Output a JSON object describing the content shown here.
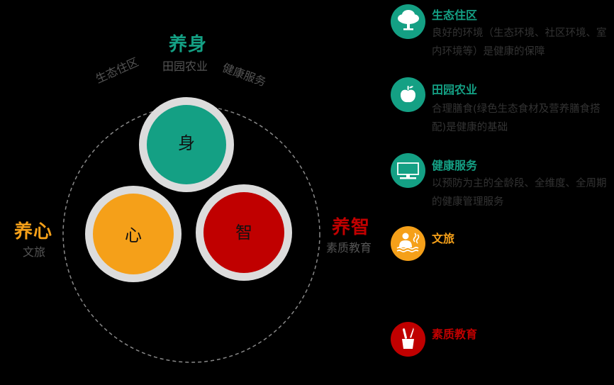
{
  "colors": {
    "background": "#000000",
    "teal": "#14a084",
    "orange": "#f5a019",
    "red": "#c00000",
    "ring": "#dcdcdc",
    "dashed": "#888888",
    "muted_text": "#555555",
    "body_text": "#333333"
  },
  "diagram": {
    "core_circles": [
      {
        "char": "身",
        "color": "teal"
      },
      {
        "char": "心",
        "color": "orange"
      },
      {
        "char": "智",
        "color": "red"
      }
    ],
    "pillars": {
      "body": {
        "title": "养身",
        "arc_labels": [
          "生态住区",
          "田园农业",
          "健康服务"
        ]
      },
      "mind": {
        "title": "养心",
        "subtitle": "文旅"
      },
      "wisdom": {
        "title": "养智",
        "subtitle": "素质教育"
      }
    }
  },
  "legend": {
    "items": [
      {
        "icon": "tree-icon",
        "title": "生态住区",
        "color": "teal",
        "description": "良好的环境（生态环境、社区环境、室内环境等）是健康的保障"
      },
      {
        "icon": "apple-icon",
        "title": "田园农业",
        "color": "teal",
        "description": "合理膳食(绿色生态食材及营养膳食搭配)是健康的基础"
      },
      {
        "icon": "monitor-icon",
        "title": "健康服务",
        "color": "teal",
        "description": "以预防为主的全龄段、全维度、全周期的健康管理服务"
      },
      {
        "icon": "hot-spring-icon",
        "title": "文旅",
        "color": "orange",
        "description": ""
      },
      {
        "icon": "pencil-cup-icon",
        "title": "素质教育",
        "color": "red",
        "description": ""
      }
    ]
  }
}
